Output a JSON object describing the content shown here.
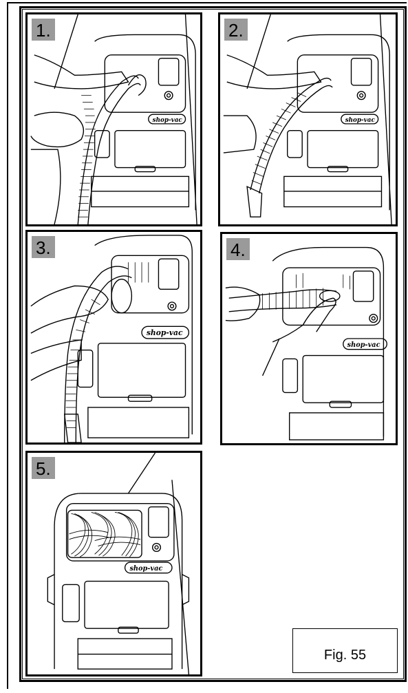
{
  "figure": {
    "caption": "Fig. 55",
    "steps": [
      {
        "label": "1.",
        "illustration": "hand-pulling-hose-out"
      },
      {
        "label": "2.",
        "illustration": "hose-pulled-out-nozzle-down"
      },
      {
        "label": "3.",
        "illustration": "hands-coiling-hose"
      },
      {
        "label": "4.",
        "illustration": "hands-pushing-hose-into-storage"
      },
      {
        "label": "5.",
        "illustration": "hose-stored-in-compartment"
      }
    ],
    "brand_logo": "shop-vac"
  },
  "colors": {
    "line": "#000000",
    "label_bg": "#9a9a9a",
    "background": "#ffffff"
  }
}
